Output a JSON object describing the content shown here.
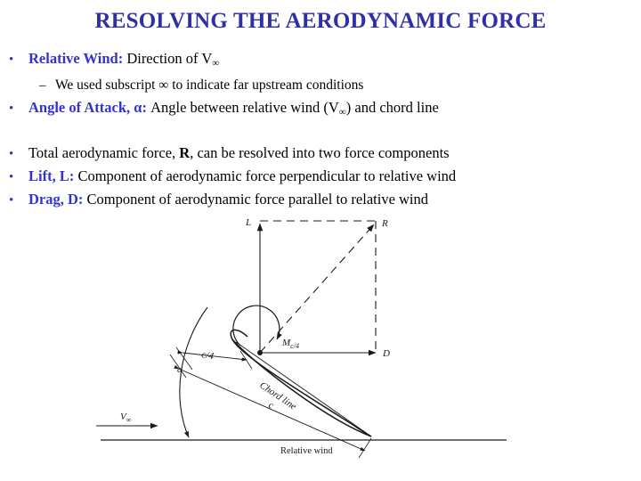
{
  "slide": {
    "title": "RESOLVING THE AERODYNAMIC FORCE",
    "title_color": "#2f2fa8",
    "accent_color": "#3333cc",
    "text_color": "#000000",
    "background": "#ffffff"
  },
  "bullets": [
    {
      "level": 1,
      "marker": "•",
      "lead": "Relative Wind:",
      "rest": " Direction of V",
      "sub": "∞",
      "tail": ""
    },
    {
      "level": 2,
      "marker": "–",
      "lead": "",
      "rest": "We used subscript ∞ to indicate far upstream conditions",
      "sub": "",
      "tail": ""
    },
    {
      "level": 1,
      "marker": "•",
      "lead": "Angle of Attack, α:",
      "rest": " Angle between relative wind (V",
      "sub": "∞",
      "tail": ") and chord line"
    },
    {
      "level": 1,
      "marker": "•",
      "lead": "",
      "rest_pre": "Total aerodynamic force, ",
      "bold": "R",
      "rest_post": ", can be resolved into two force components"
    },
    {
      "level": 1,
      "marker": "•",
      "lead": "Lift, L:",
      "rest": " Component of aerodynamic force perpendicular to relative wind",
      "sub": "",
      "tail": ""
    },
    {
      "level": 1,
      "marker": "•",
      "lead": "Drag, D:",
      "rest": " Component of aerodynamic force parallel to relative wind",
      "sub": "",
      "tail": ""
    }
  ],
  "figure": {
    "caption": "Relative wind",
    "labels": {
      "lift": "L",
      "resultant": "R",
      "drag": "D",
      "moment": "M",
      "moment_sub": "c/4",
      "quarter_chord": "c/4",
      "chord": "c",
      "chord_line": "Chord line",
      "alpha": "α",
      "freestream": "V",
      "freestream_sub": "∞"
    }
  }
}
